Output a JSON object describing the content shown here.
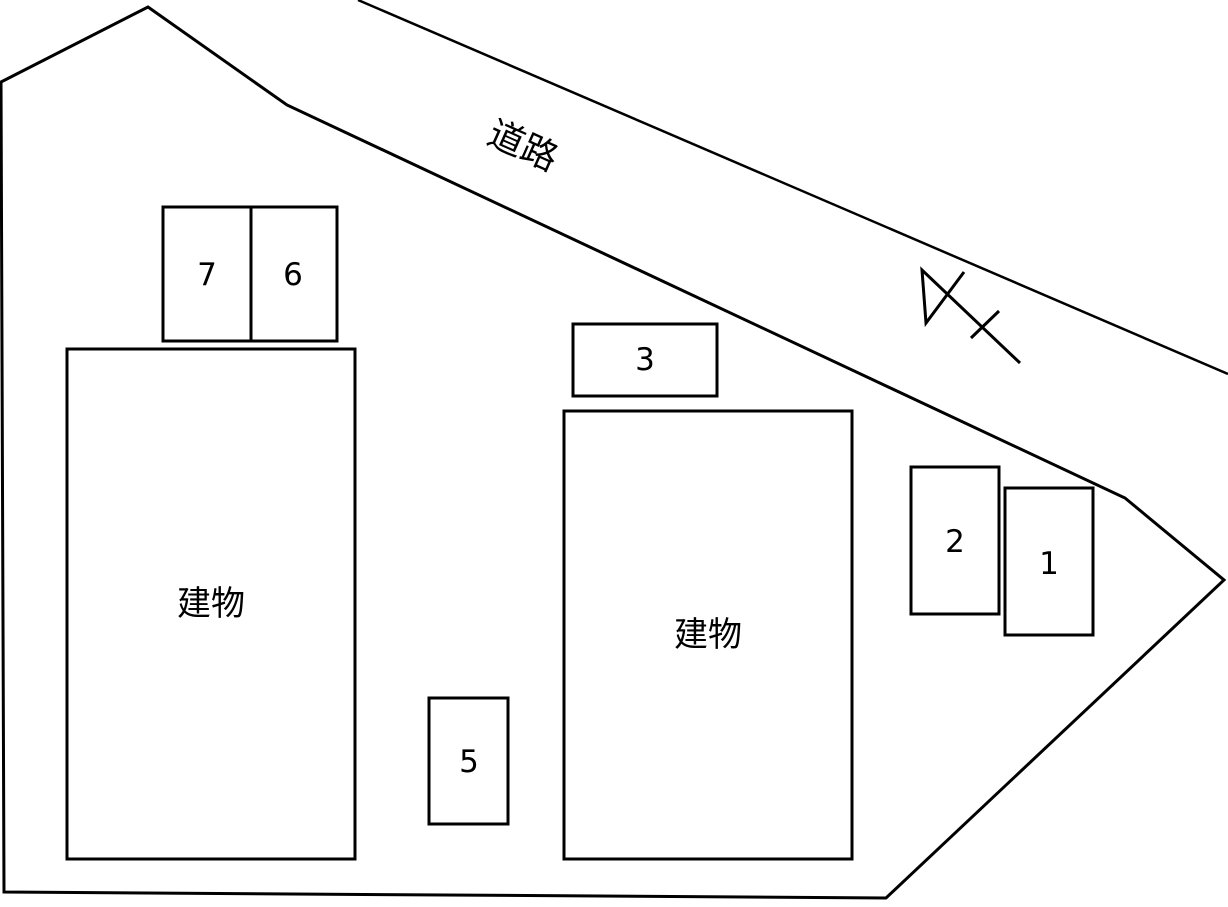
{
  "map": {
    "road_label": "道路",
    "buildings": [
      {
        "label": "建物"
      },
      {
        "label": "建物"
      }
    ],
    "spaces": [
      "7",
      "6",
      "3",
      "2",
      "1",
      "5"
    ]
  },
  "colors": {
    "line": "#000000",
    "background": "#ffffff"
  },
  "icons": {
    "north_arrow": "north-arrow-icon"
  }
}
